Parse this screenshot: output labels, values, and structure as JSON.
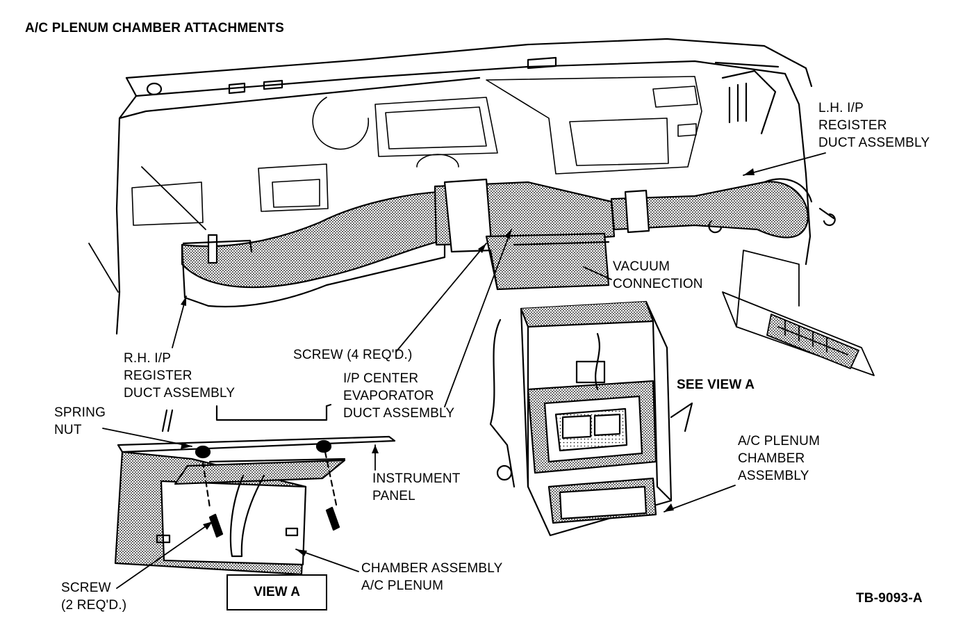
{
  "title": "A/C PLENUM CHAMBER ATTACHMENTS",
  "labels": {
    "lh_register": [
      "L.H. I/P",
      "REGISTER",
      "DUCT ASSEMBLY"
    ],
    "vacuum": [
      "VACUUM",
      "CONNECTION"
    ],
    "rh_register": [
      "R.H. I/P",
      "REGISTER",
      "DUCT ASSEMBLY"
    ],
    "screw_4": "SCREW (4 REQ'D.)",
    "center_duct": [
      "I/P CENTER",
      "EVAPORATOR",
      "DUCT ASSEMBLY"
    ],
    "see_view_a": "SEE VIEW A",
    "spring_nut": [
      "SPRING",
      "NUT"
    ],
    "instrument_panel": [
      "INSTRUMENT",
      "PANEL"
    ],
    "plenum_assembly": [
      "A/C PLENUM",
      "CHAMBER",
      "ASSEMBLY"
    ],
    "chamber_assembly": [
      "CHAMBER ASSEMBLY",
      "A/C PLENUM"
    ],
    "screw_2": [
      "SCREW",
      "(2 REQ'D.)"
    ],
    "view_a": "VIEW A",
    "figure_id": "TB-9093-A"
  },
  "colors": {
    "ink": "#000000",
    "paper": "#ffffff",
    "shade": "#9a9a9a"
  }
}
